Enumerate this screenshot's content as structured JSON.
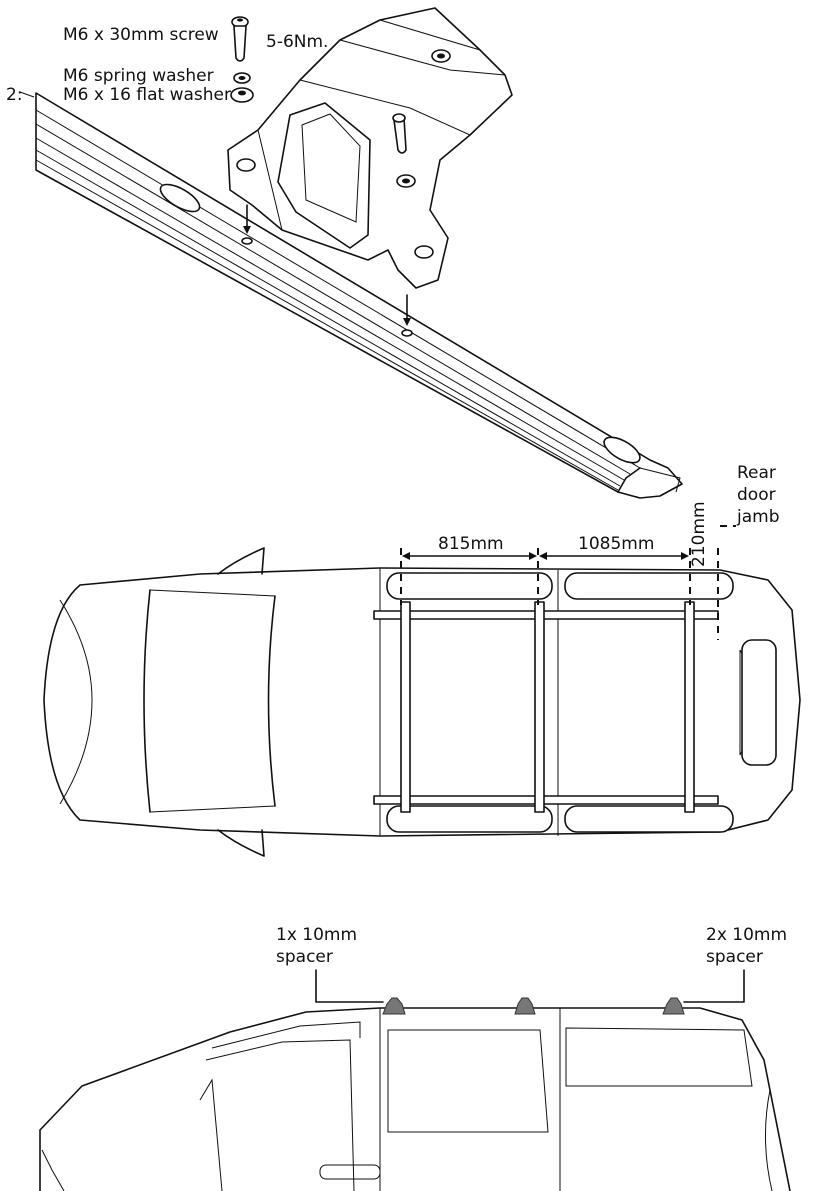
{
  "parts": {
    "screw": "M6 x 30mm screw",
    "torque": "5-6Nm.",
    "spring_washer": "M6 spring washer",
    "flat_washer": "M6 x 16 flat washer",
    "quantity": "2:"
  },
  "dimensions": {
    "front_span": "815mm",
    "rear_span": "1085mm",
    "offset": "210mm",
    "reference_line1": "Rear",
    "reference_line2": "door",
    "reference_line3": "jamb"
  },
  "spacers": {
    "front_line1": "1x 10mm",
    "front_line2": "spacer",
    "rear_line1": "2x 10mm",
    "rear_line2": "spacer"
  }
}
